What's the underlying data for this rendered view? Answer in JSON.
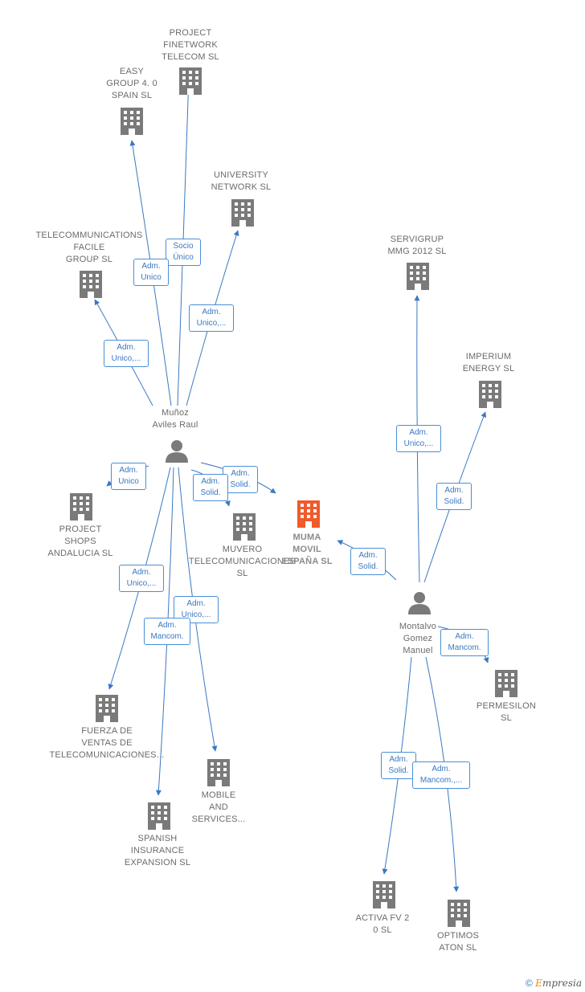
{
  "companies": {
    "project_finetwork": "PROJECT\nFINETWORK\nTELECOM  SL",
    "easy_group": "EASY\nGROUP 4. 0\nSPAIN  SL",
    "university_network": "UNIVERSITY\nNETWORK  SL",
    "telecom_facile": "TELECOMMUNICATIONS\nFACILE\nGROUP  SL",
    "servigrup": "SERVIGRUP\nMMG 2012 SL",
    "imperium": "IMPERIUM\nENERGY  SL",
    "project_shops": "PROJECT\nSHOPS\nANDALUCIA  SL",
    "muvero": "MUVERO\nTELECOMUNICACIONES\nSL",
    "muma": "MUMA\nMOVIL\nESPAÑA  SL",
    "permesilon": "PERMESILON\nSL",
    "fuerza": "FUERZA DE\nVENTAS DE\nTELECOMUNICACIONES...",
    "mobile": "MOBILE\nAND\nSERVICES...",
    "spanish": "SPANISH\nINSURANCE\nEXPANSION  SL",
    "activa": "ACTIVA FV 2\n0  SL",
    "optimos": "OPTIMOS\nATON  SL"
  },
  "persons": {
    "munoz": "Muñoz\nAviles Raul",
    "montalvo": "Montalvo\nGomez\nManuel"
  },
  "relations": {
    "r1": "Socio\nÚnico",
    "r2": "Adm.\nUnico",
    "r3": "Adm.\nUnico,...",
    "r4": "Adm.\nUnico,...",
    "r5": "Adm.\nUnico",
    "r6": "Adm.\nSolid.",
    "r7": "Adm.\nSolid.",
    "r8": "Adm.\nUnico,...",
    "r9": "Adm.\nUnico,...",
    "r10": "Adm.\nMancom.",
    "r11": "Adm.\nUnico,...",
    "r12": "Adm.\nSolid.",
    "r13": "Adm.\nSolid.",
    "r14": "Adm.\nMancom.",
    "r15": "Adm.\nSolid.",
    "r16": "Adm.\nMancom.,..."
  },
  "colors": {
    "building": "#7a7a7a",
    "building_main": "#f15a2b",
    "edge": "#3a78c2",
    "person": "#7a7a7a"
  },
  "footer": {
    "copyright": "©",
    "brand_first": "E",
    "brand_rest": "mpresia"
  }
}
